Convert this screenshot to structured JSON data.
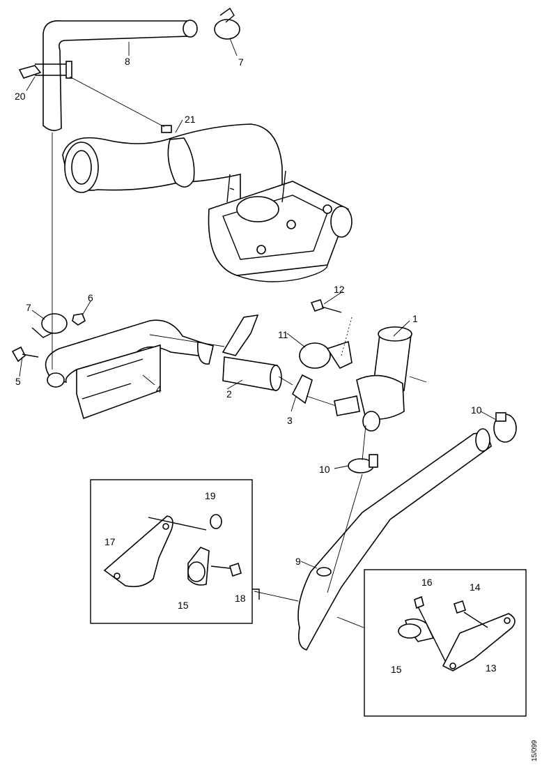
{
  "diagram": {
    "labels": {
      "c1": "1",
      "c2": "2",
      "c3": "3",
      "c4": "4",
      "c5": "5",
      "c6": "6",
      "c7a": "7",
      "c7b": "7",
      "c8": "8",
      "c9": "9",
      "c10a": "10",
      "c10b": "10",
      "c11": "11",
      "c12": "12",
      "c13": "13",
      "c14": "14",
      "c15a": "15",
      "c15b": "15",
      "c16": "16",
      "c17": "17",
      "c18": "18",
      "c19": "19",
      "c20": "20",
      "c21": "21"
    },
    "figure_code": "15/099"
  }
}
